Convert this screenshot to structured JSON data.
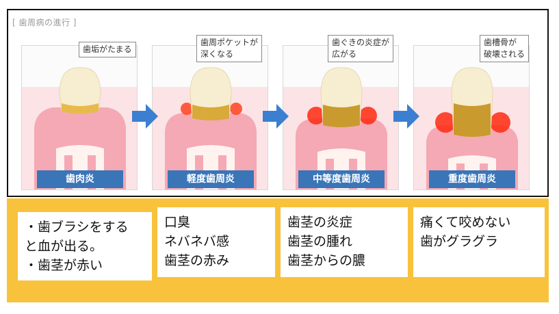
{
  "heading": "[ 歯周病の進行 ]",
  "stages": [
    {
      "label": "歯肉炎",
      "callout": "歯垢がたまる"
    },
    {
      "label": "軽度歯周炎",
      "callout": "歯周ポケットが\n深くなる"
    },
    {
      "label": "中等度歯周炎",
      "callout": "歯ぐきの炎症が\n広がる"
    },
    {
      "label": "重度歯周炎",
      "callout": "歯槽骨が\n破壊される"
    }
  ],
  "symptoms": [
    "・歯ブラシをする\nと血が出る。\n・歯茎が赤い",
    "口臭\nネバネバ感\n歯茎の赤み",
    "歯茎の炎症\n歯茎の腫れ\n歯茎からの膿",
    "痛くて咬めない\n歯がグラグラ"
  ],
  "colors": {
    "stage_label_bg": "#3a75b8",
    "arrow": "#3a7fd0",
    "summary_bg": "#f8c23c",
    "gum": "#f2a9b3",
    "inflamed": "#ff3b1f",
    "plaque": "#e2b43a"
  }
}
